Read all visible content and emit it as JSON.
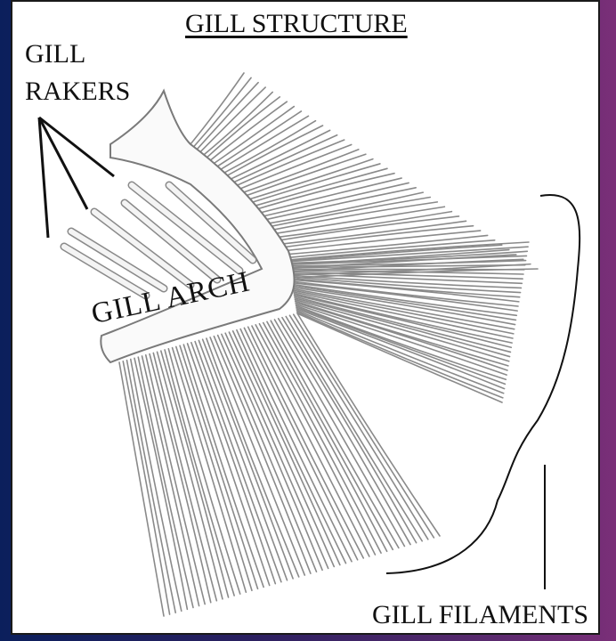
{
  "diagram": {
    "title": "GILL STRUCTURE",
    "labels": {
      "rakers_line1": "GILL",
      "rakers_line2": "RAKERS",
      "arch": "GILL ARCH",
      "filaments": "GILL FILAMENTS"
    },
    "colors": {
      "background": "#ffffff",
      "ink": "#111111",
      "filament_stroke": "#8a8a8a",
      "filament_fill": "#ededed"
    }
  }
}
